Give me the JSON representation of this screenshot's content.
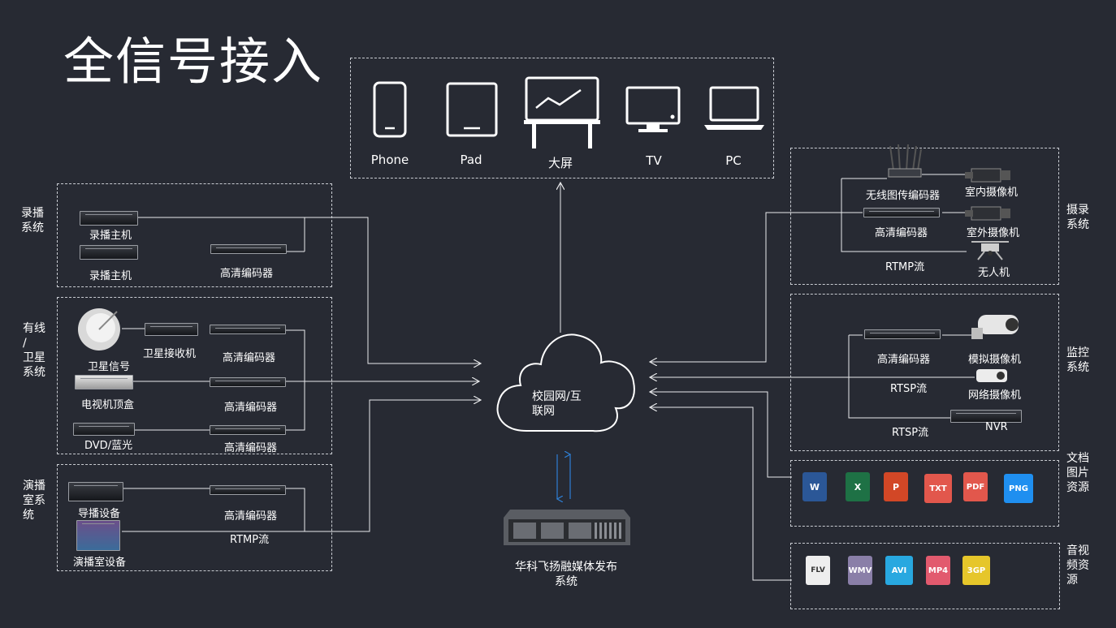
{
  "title": "全信号接入",
  "terminals": {
    "phone": "Phone",
    "pad": "Pad",
    "bigscreen": "大屏",
    "tv": "TV",
    "pc": "PC"
  },
  "cloud": {
    "line1": "校园网/互",
    "line2": "联网"
  },
  "server": {
    "line1": "华科飞扬融媒体发布",
    "line2": "系统"
  },
  "left": {
    "recording": {
      "title": "录播\n系统",
      "host1": "录播主机",
      "host2": "录播主机",
      "encoder": "高清编码器"
    },
    "cable": {
      "title": "有线\n/\n卫星\n系统",
      "satellite": "卫星信号",
      "receiver": "卫星接收机",
      "settop": "电视机顶盒",
      "dvd": "DVD/蓝光",
      "enc1": "高清编码器",
      "enc2": "高清编码器",
      "enc3": "高清编码器"
    },
    "studio": {
      "title": "演播\n室系\n统",
      "switcher": "导播设备",
      "studio_dev": "演播室设备",
      "encoder": "高清编码器",
      "rtmp": "RTMP流"
    }
  },
  "right": {
    "capture": {
      "title": "摄录\n系统",
      "wireless": "无线图传编码器",
      "indoor": "室内摄像机",
      "encoder": "高清编码器",
      "outdoor": "室外摄像机",
      "rtmp": "RTMP流",
      "drone": "无人机"
    },
    "monitor": {
      "title": "监控\n系统",
      "encoder": "高清编码器",
      "analog": "模拟摄像机",
      "rtsp1": "RTSP流",
      "network": "网络摄像机",
      "rtsp2": "RTSP流",
      "nvr": "NVR"
    },
    "docs": {
      "title": "文档\n图片\n资源",
      "files": [
        "W",
        "X",
        "P",
        "TXT",
        "PDF",
        "PNG"
      ]
    },
    "media": {
      "title": "音视\n频资\n源",
      "files": [
        "FLV",
        "WMV",
        "AVI",
        "MP4",
        "3GP"
      ]
    }
  },
  "colors": {
    "bg": "#272a33",
    "accent_arrow": "#2e7fd4",
    "word": "#2b5797",
    "excel": "#1e7145",
    "ppt": "#d24726",
    "txt": "#e2574c",
    "pdf": "#e2574c",
    "png": "#1f8ff0",
    "avi": "#28a8e0",
    "mp4": "#e25a6e",
    "3gp": "#e6c62a",
    "wmv": "#8a7fa8"
  }
}
